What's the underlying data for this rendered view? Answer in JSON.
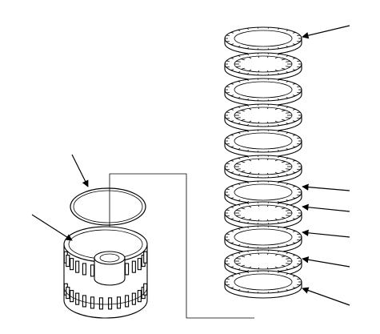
{
  "figure": {
    "description_free": true,
    "colors": {
      "ink": "#000000",
      "paper": "#ffffff"
    },
    "callouts": [
      "callout-plate-top",
      "callout-plate-1",
      "callout-plate-2",
      "callout-plate-3",
      "callout-plate-4",
      "callout-plate-bottom",
      "callout-snap-ring",
      "callout-drum"
    ]
  }
}
